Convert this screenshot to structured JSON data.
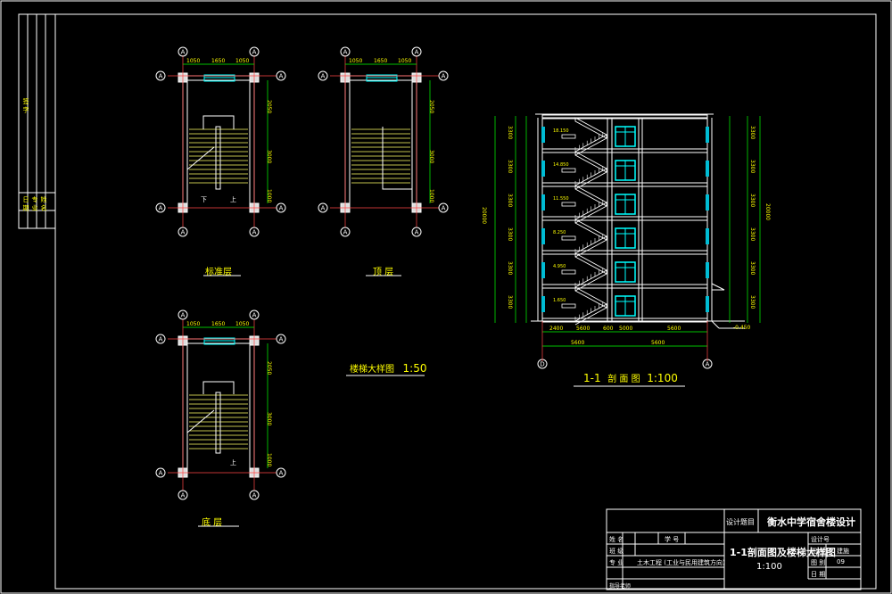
{
  "stair_plans": [
    {
      "caption": "标准层",
      "dims_top": [
        "1050",
        "1650",
        "1050"
      ],
      "dims_side": [
        "2050",
        "3000",
        "1000"
      ]
    },
    {
      "caption": "顶 层",
      "dims_top": [
        "1050",
        "1650",
        "1050"
      ],
      "dims_side": [
        "2050",
        "3000",
        "1000"
      ]
    },
    {
      "caption": "底 层",
      "dims_top": [
        "1050",
        "1650",
        "1050"
      ],
      "dims_side": [
        "2050",
        "3000",
        "1000"
      ]
    }
  ],
  "axis_labels": {
    "A": "A",
    "D": "D"
  },
  "stair_arrows": {
    "up": "上",
    "down": "下"
  },
  "stair_detail_title": "楼梯大样图",
  "stair_detail_scale": "1:50",
  "section": {
    "title": "1-1",
    "title_word": "剖 面 图",
    "scale": "1:100",
    "overall_height": "20000",
    "floor_heights": [
      "3300",
      "3300",
      "3300",
      "3300",
      "3300",
      "3300"
    ],
    "bottom_dims": [
      "2400",
      "5600",
      "600",
      "5000",
      "5600"
    ],
    "bottom_dims_total": [
      "5600",
      "5600"
    ],
    "landing_labels": [
      "1.650",
      "4.950",
      "8.250",
      "11.550",
      "14.850",
      "18.150"
    ],
    "right_total": "20000",
    "ground_label": "-0.450"
  },
  "title_block": {
    "project_label": "设计题目",
    "project_title": "衡水中学宿舍楼设计",
    "drawing_title": "1-1剖面图及楼梯大样图",
    "drawing_scale": "1:100",
    "rows_left": [
      "姓 名",
      "班 级",
      "专 业"
    ],
    "row_mid": "学 号",
    "major": "土木工程 (工业与民用建筑方向)",
    "guide": "指导老师",
    "right_labels": [
      "图 号",
      "图 别",
      "日 期"
    ],
    "right_values": [
      "建施",
      "09",
      ""
    ],
    "right_top": "设计号"
  },
  "side_strip": {
    "labels": [
      "签 字",
      "日 期",
      "专 业",
      "姓 名"
    ]
  }
}
